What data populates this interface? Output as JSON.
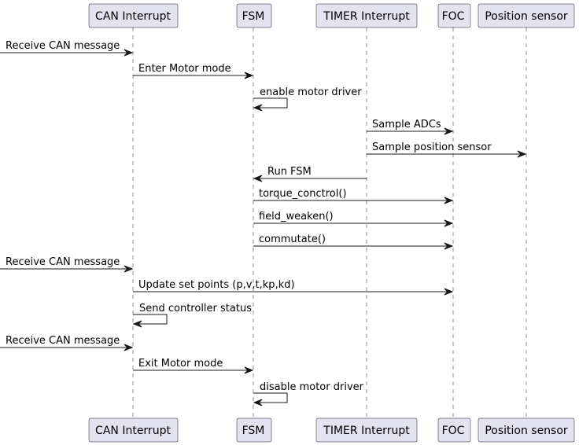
{
  "participants": [
    {
      "id": "can",
      "label": "CAN Interrupt"
    },
    {
      "id": "fsm",
      "label": "FSM"
    },
    {
      "id": "timer",
      "label": "TIMER Interrupt"
    },
    {
      "id": "foc",
      "label": "FOC"
    },
    {
      "id": "pos",
      "label": "Position sensor"
    }
  ],
  "messages": [
    {
      "from": null,
      "to": "can",
      "label": "Receive CAN message"
    },
    {
      "from": "can",
      "to": "fsm",
      "label": "Enter Motor mode"
    },
    {
      "from": "fsm",
      "to": "fsm",
      "label": "enable motor driver"
    },
    {
      "from": "timer",
      "to": "foc",
      "label": "Sample ADCs"
    },
    {
      "from": "timer",
      "to": "pos",
      "label": "Sample position sensor"
    },
    {
      "from": "timer",
      "to": "fsm",
      "label": "Run FSM"
    },
    {
      "from": "fsm",
      "to": "foc",
      "label": "torque_conctrol()"
    },
    {
      "from": "fsm",
      "to": "foc",
      "label": "field_weaken()"
    },
    {
      "from": "fsm",
      "to": "foc",
      "label": "commutate()"
    },
    {
      "from": null,
      "to": "can",
      "label": "Receive CAN message"
    },
    {
      "from": "can",
      "to": "foc",
      "label": "Update set points (p,v,t,kp,kd)"
    },
    {
      "from": "can",
      "to": "can",
      "label": "Send controller status"
    },
    {
      "from": null,
      "to": "can",
      "label": "Receive CAN message"
    },
    {
      "from": "can",
      "to": "fsm",
      "label": "Exit Motor mode"
    },
    {
      "from": "fsm",
      "to": "fsm",
      "label": "disable motor driver"
    }
  ]
}
